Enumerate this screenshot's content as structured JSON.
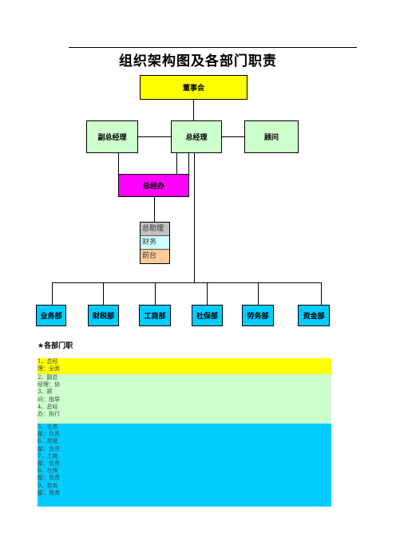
{
  "title": "组织架构图及各部门职责",
  "colors": {
    "board": "#ffff00",
    "general_office": "#ff00ff",
    "executive_row": "#ccffcc",
    "department_row": "#00ccff",
    "stack_assistant": "#c0c0c0",
    "stack_finance": "#ccffff",
    "stack_reception": "#ffcc99"
  },
  "org": {
    "board": "董事会",
    "executives": [
      "副总经理",
      "总经理",
      "顾问"
    ],
    "general_office": "总经办",
    "office_staff": [
      "总助理",
      "财务",
      "前台"
    ],
    "departments": [
      "业务部",
      "财税部",
      "工商部",
      "社保部",
      "劳务部",
      "资金部"
    ]
  },
  "duties": {
    "heading": "★各部门职",
    "yellow_band": "1、总经理：全面",
    "green_band": "2、副总经理：协3、顾问：指导4、总经办：执行",
    "blue_band": "5、业务部：负责6、财税部：负责7、工商部：负责8、社保部：负责9、劳务部：劳务"
  }
}
